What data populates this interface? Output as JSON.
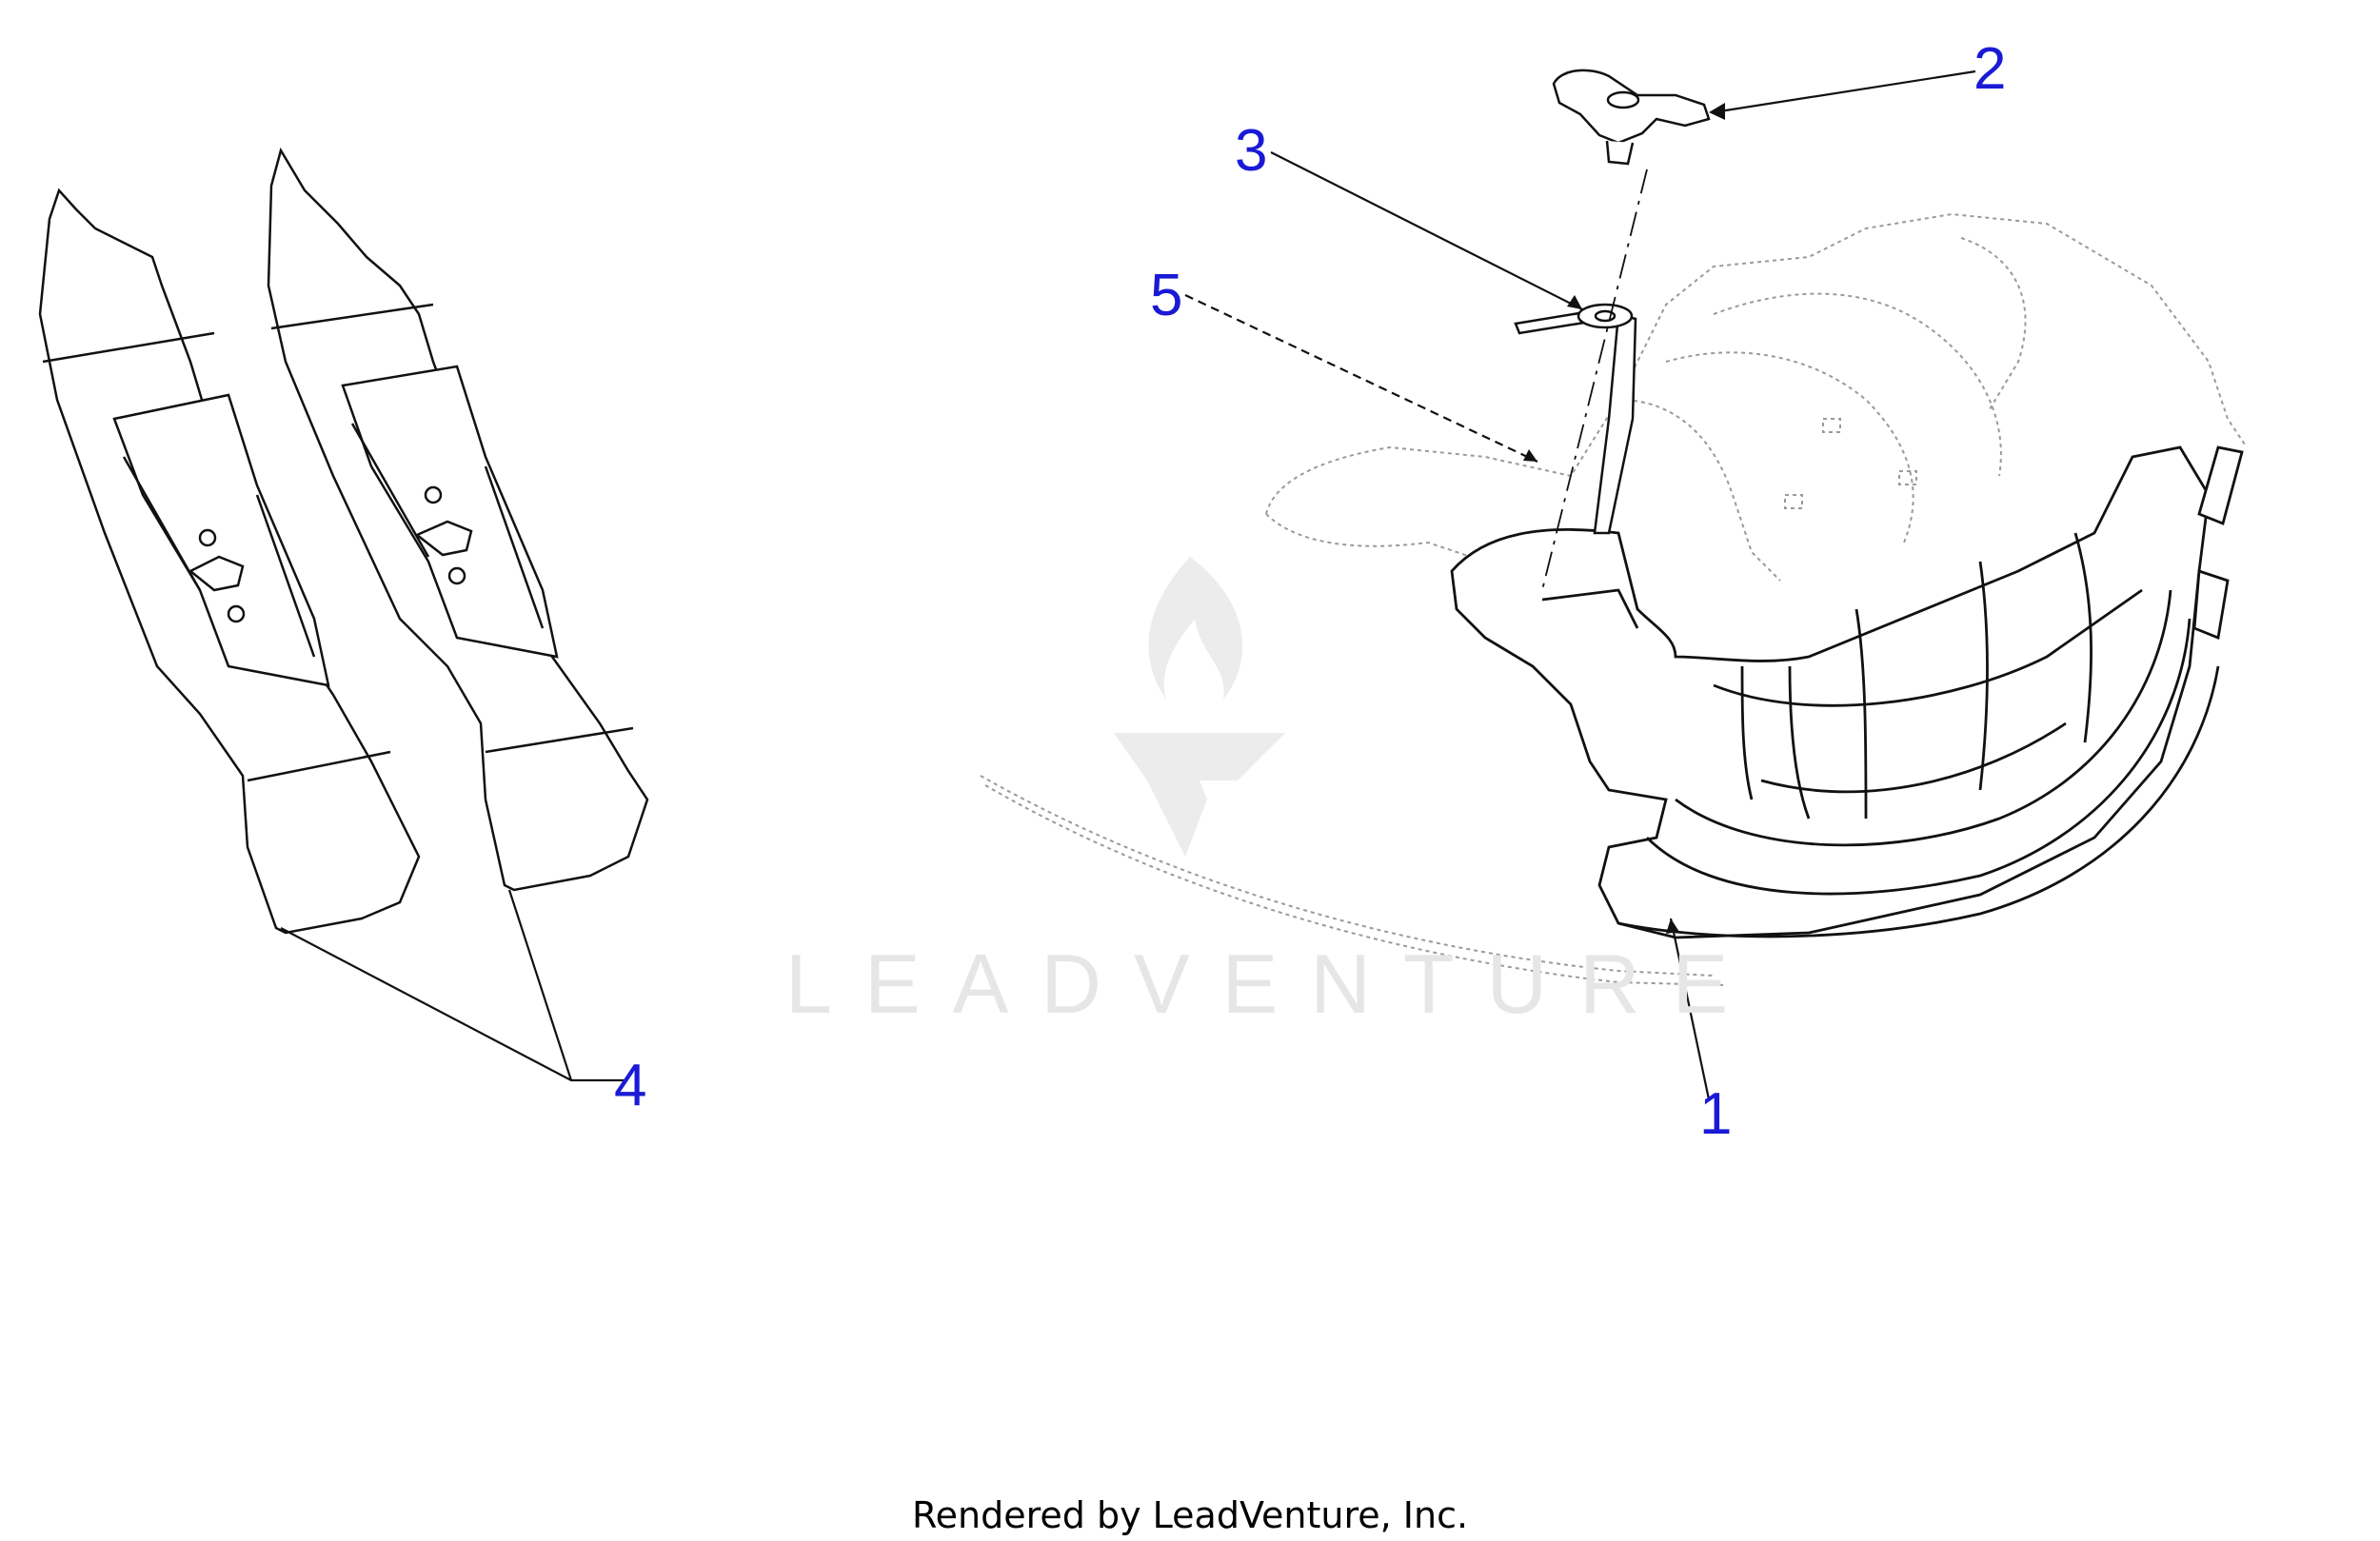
{
  "colors": {
    "line": "#111111",
    "ghost": "#9a9a9a",
    "callout": "#1a1ad6",
    "watermark": "#e6e6e6"
  },
  "watermark": {
    "brand": "LEADVENTURE"
  },
  "callouts": [
    {
      "number": "1",
      "part": "chute"
    },
    {
      "number": "2",
      "part": "knob"
    },
    {
      "number": "3",
      "part": "bracket"
    },
    {
      "number": "4",
      "part": "blades"
    },
    {
      "number": "5",
      "part": "pin"
    }
  ],
  "footer": {
    "text": "Rendered by LeadVenture, Inc."
  }
}
